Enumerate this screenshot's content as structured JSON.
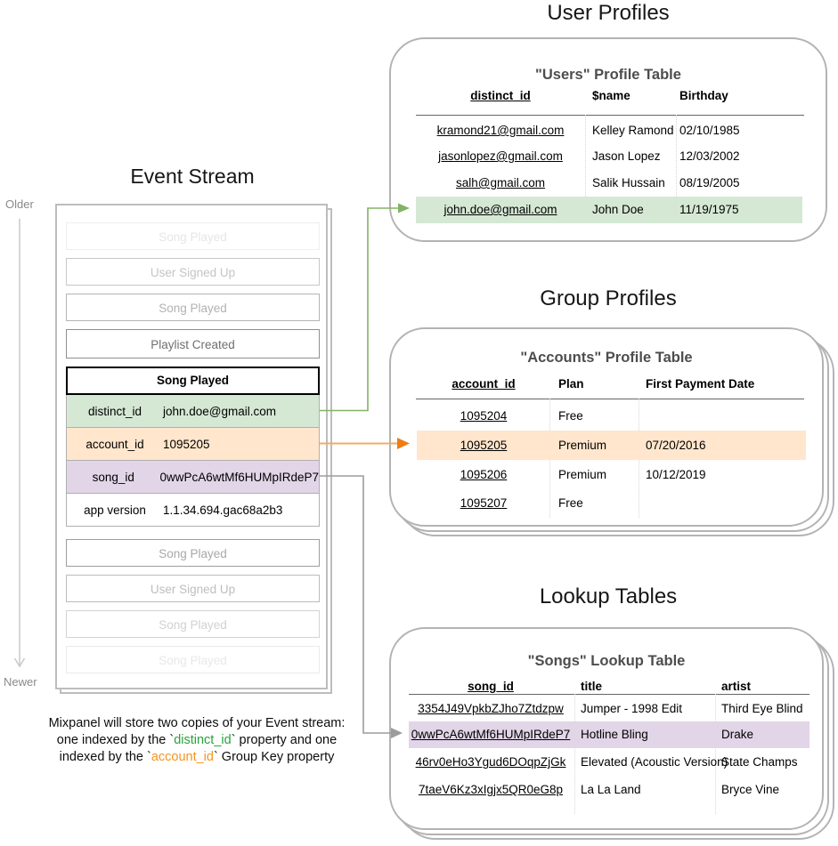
{
  "event_stream": {
    "title": "Event Stream",
    "timeline": {
      "older": "Older",
      "newer": "Newer"
    },
    "events_above": [
      {
        "label": "Song Played"
      },
      {
        "label": "User Signed Up"
      },
      {
        "label": "Song Played"
      },
      {
        "label": "Playlist Created"
      }
    ],
    "expanded": {
      "name": "Song Played",
      "props": [
        {
          "key": "distinct_id",
          "value": "john.doe@gmail.com",
          "highlight": "green"
        },
        {
          "key": "account_id",
          "value": "1095205",
          "highlight": "orange"
        },
        {
          "key": "song_id",
          "value": "0wwPcA6wtMf6HUMpIRdeP7",
          "highlight": "purple"
        },
        {
          "key": "app version",
          "value": "1.1.34.694.gac68a2b3",
          "highlight": "none"
        }
      ]
    },
    "events_below": [
      {
        "label": "Song Played"
      },
      {
        "label": "User Signed Up"
      },
      {
        "label": "Song Played"
      },
      {
        "label": "Song Played"
      }
    ]
  },
  "user_profiles": {
    "section_title": "User Profiles",
    "table_title": "\"Users\" Profile Table",
    "columns": [
      "distinct_id",
      "$name",
      "Birthday"
    ],
    "rows": [
      [
        "kramond21@gmail.com",
        "Kelley Ramond",
        "02/10/1985"
      ],
      [
        "jasonlopez@gmail.com",
        "Jason Lopez",
        "12/03/2002"
      ],
      [
        "salh@gmail.com",
        "Salik Hussain",
        "08/19/2005"
      ],
      [
        "john.doe@gmail.com",
        "John Doe",
        "11/19/1975"
      ]
    ],
    "highlighted_row_index": 3
  },
  "group_profiles": {
    "section_title": "Group Profiles",
    "table_title": "\"Accounts\" Profile Table",
    "columns": [
      "account_id",
      "Plan",
      "First Payment Date"
    ],
    "rows": [
      [
        "1095204",
        "Free",
        ""
      ],
      [
        "1095205",
        "Premium",
        "07/20/2016"
      ],
      [
        "1095206",
        "Premium",
        "10/12/2019"
      ],
      [
        "1095207",
        "Free",
        ""
      ]
    ],
    "highlighted_row_index": 1
  },
  "lookup_tables": {
    "section_title": "Lookup Tables",
    "table_title": "\"Songs\" Lookup Table",
    "columns": [
      "song_id",
      "title",
      "artist"
    ],
    "rows": [
      [
        "3354J49VpkbZJho7Ztdzpw",
        "Jumper - 1998 Edit",
        "Third Eye Blind"
      ],
      [
        "0wwPcA6wtMf6HUMpIRdeP7",
        "Hotline Bling",
        "Drake"
      ],
      [
        "46rv0eHo3Ygud6DOqpZjGk",
        "Elevated (Acoustic Version)",
        "State Champs"
      ],
      [
        "7taeV6Kz3xIgjx5QR0eG8p",
        "La La Land",
        "Bryce Vine"
      ]
    ],
    "highlighted_row_index": 1
  },
  "caption": {
    "line1": "Mixpanel will store two copies of your Event stream:",
    "line2_pre": "one indexed by the `",
    "line2_key": "distinct_id",
    "line2_post": "` property and one",
    "line3_pre": "indexed by the `",
    "line3_key": "account_id",
    "line3_post": "` Group Key property"
  },
  "colors": {
    "green_fill": "#d5e8d4",
    "orange_fill": "#ffe6cc",
    "purple_fill": "#e1d5e7",
    "green_arrow": "#82b366",
    "orange_arrow_line": "#f0ad60",
    "orange_arrow_head": "#ef7d13",
    "gray_arrow": "#9c9c9c",
    "caption_green": "#27a338",
    "caption_orange": "#f5941f",
    "card_border": "#b3b3b3"
  }
}
